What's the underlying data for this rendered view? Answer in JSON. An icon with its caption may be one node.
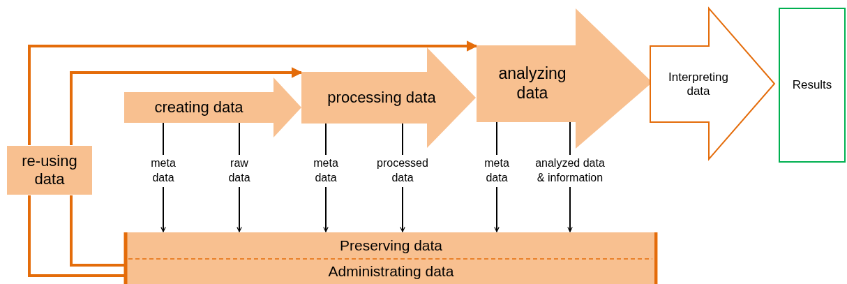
{
  "diagram": {
    "nodes": [
      {
        "text": [
          "creating data"
        ]
      },
      {
        "text": [
          "processing data"
        ]
      },
      {
        "text": [
          "analyzing data"
        ]
      },
      {
        "text": [
          "Interpreting data"
        ]
      },
      {
        "text": [
          "Results"
        ]
      },
      {
        "text": [
          "re-using data"
        ]
      },
      {
        "text": [
          "Preserving data",
          "Administrating data"
        ]
      }
    ],
    "edges": [
      {
        "from": 0,
        "to": 6,
        "arrow": "to",
        "label": "meta data"
      },
      {
        "from": 0,
        "to": 6,
        "arrow": "to",
        "label": "raw data"
      },
      {
        "from": 1,
        "to": 6,
        "arrow": "to",
        "label": "meta data"
      },
      {
        "from": 1,
        "to": 6,
        "arrow": "to",
        "label": "processed data"
      },
      {
        "from": 2,
        "to": 6,
        "arrow": "to",
        "label": "meta data"
      },
      {
        "from": 2,
        "to": 6,
        "arrow": "to",
        "label": "analyzed data & information"
      },
      {
        "from": 6,
        "to": 5,
        "arrow": "none",
        "style": "thick",
        "color": "#e46c0a"
      },
      {
        "from": 6,
        "to": 5,
        "arrow": "none",
        "style": "thick",
        "color": "#e46c0a"
      },
      {
        "from": 5,
        "to": 1,
        "arrow": "to",
        "style": "thick",
        "color": "#e46c0a"
      },
      {
        "from": 5,
        "to": 2,
        "arrow": "to",
        "style": "thick",
        "color": "#e46c0a"
      }
    ]
  }
}
